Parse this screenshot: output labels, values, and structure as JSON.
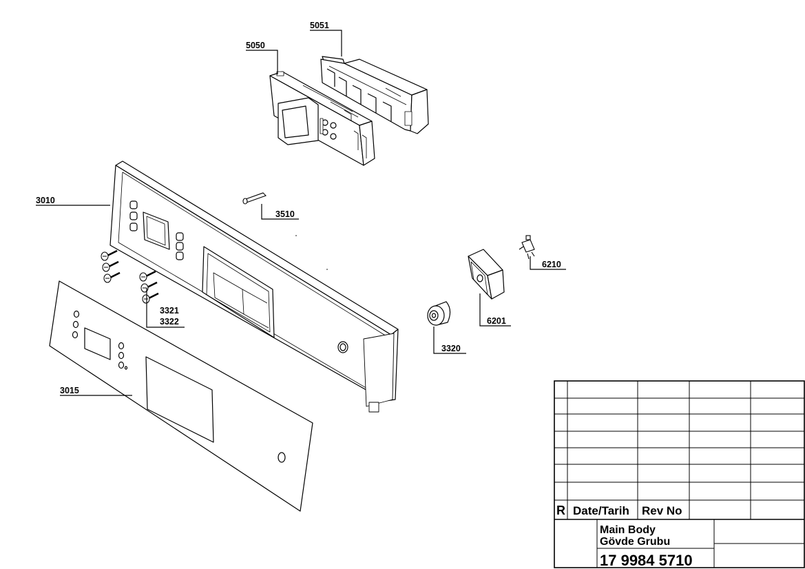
{
  "callouts": {
    "p5050": "5050",
    "p5051": "5051",
    "p3010": "3010",
    "p3510": "3510",
    "p3321": "3321",
    "p3322": "3322",
    "p3015": "3015",
    "p3320": "3320",
    "p6201": "6201",
    "p6210": "6210"
  },
  "title_block": {
    "rev_col": "R",
    "date_col": "Date/Tarih",
    "revno_col": "Rev No",
    "title_line1": "Main Body",
    "title_line2": "Gövde Grubu",
    "part_number": "17 9984 5710"
  }
}
